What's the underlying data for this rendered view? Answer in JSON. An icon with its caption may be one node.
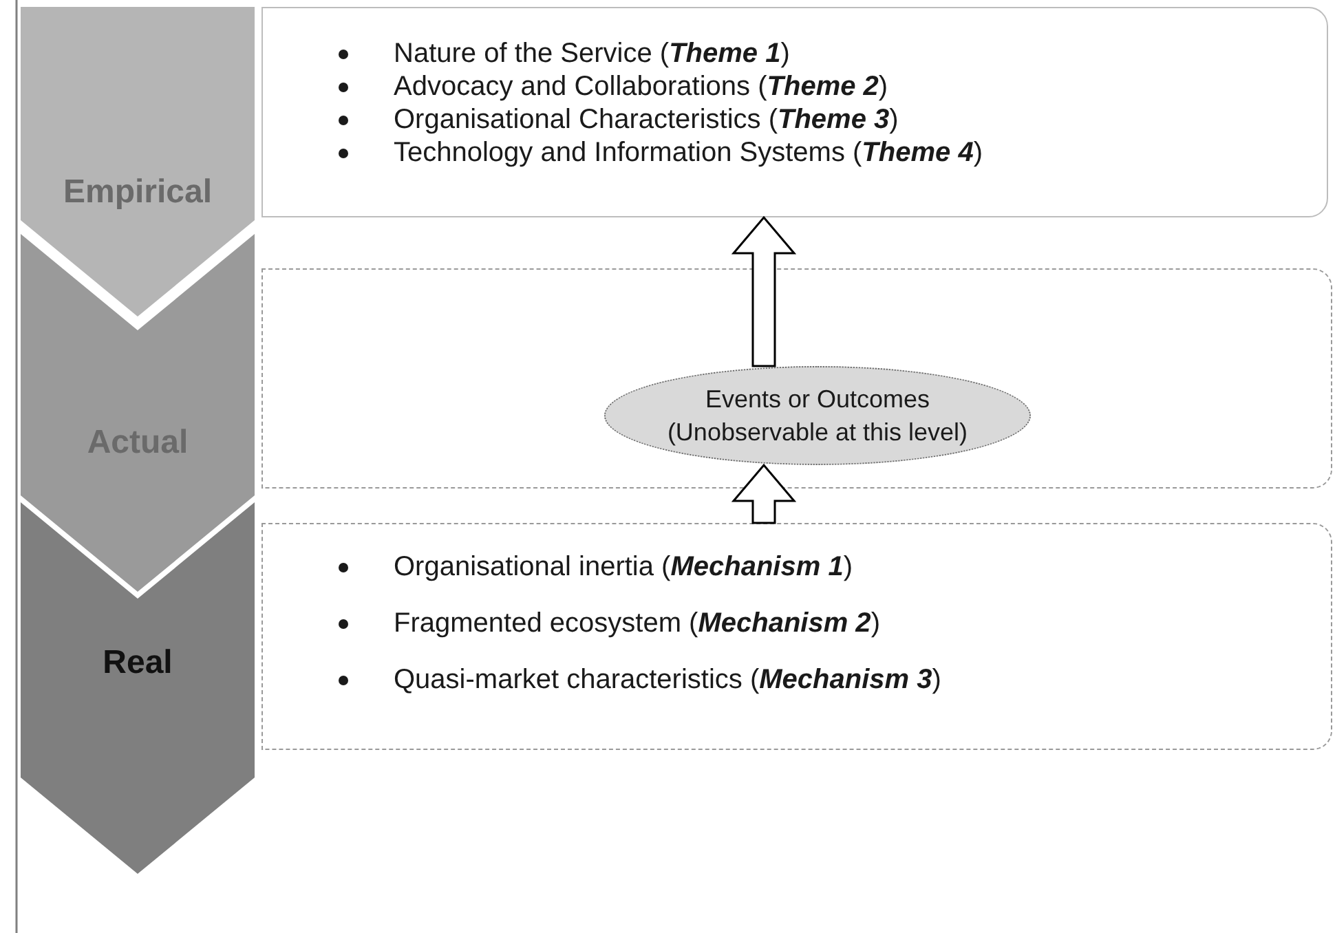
{
  "diagram": {
    "nodes": [
      {
        "text": [
          "Empirical"
        ]
      },
      {
        "text": [
          "Actual"
        ]
      },
      {
        "text": [
          "Real"
        ]
      },
      {
        "text": [
          "Nature of the Service (**Theme 1**)",
          "Advocacy and Collaborations (**Theme 2**)",
          "Organisational Characteristics (**Theme 3**)",
          "Technology and Information Systems (**Theme 4**)"
        ]
      },
      {
        "text": [],
        "shape": "box"
      },
      {
        "text": [
          "Events or Outcomes (Unobservable at this level)"
        ],
        "in": 4
      },
      {
        "text": [
          "Organisational inertia (**Mechanism 1**)",
          "Fragmented ecosystem (**Mechanism 2**)",
          "Quasi-market characteristics (**Mechanism 3**)"
        ]
      }
    ],
    "edges": [
      {
        "from": 6,
        "to": 5,
        "arrow": "to"
      },
      {
        "from": 5,
        "to": 3,
        "arrow": "to"
      }
    ]
  }
}
